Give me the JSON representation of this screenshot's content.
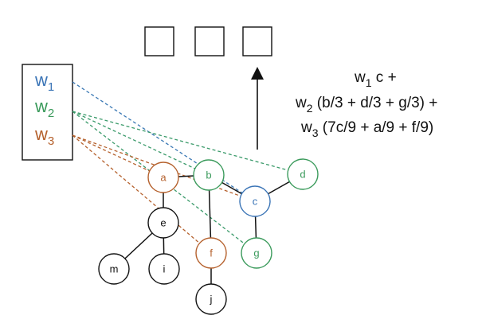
{
  "colors": {
    "blue": "#3a74b6",
    "green": "#3a9a5b",
    "brown": "#b5612d",
    "black": "#111111",
    "edge_blue": "#3a78b4",
    "edge_green": "#3a9a6a",
    "edge_brown": "#b5612d"
  },
  "weights": [
    {
      "id": "w1",
      "base": "w",
      "sub": "1",
      "color": "blue"
    },
    {
      "id": "w2",
      "base": "w",
      "sub": "2",
      "color": "green"
    },
    {
      "id": "w3",
      "base": "w",
      "sub": "3",
      "color": "brown"
    }
  ],
  "formula": {
    "line1": {
      "base": "w",
      "sub": "1",
      "rest": " c +"
    },
    "line2": {
      "base": "w",
      "sub": "2",
      "rest": " (b/3 + d/3 + g/3) +"
    },
    "line3": {
      "base": "w",
      "sub": "3",
      "rest": " (7c/9 + a/9 + f/9)"
    }
  },
  "nodes": [
    {
      "id": "a",
      "label": "a",
      "color": "brown"
    },
    {
      "id": "b",
      "label": "b",
      "color": "green"
    },
    {
      "id": "c",
      "label": "c",
      "color": "blue"
    },
    {
      "id": "d",
      "label": "d",
      "color": "green"
    },
    {
      "id": "e",
      "label": "e",
      "color": "black"
    },
    {
      "id": "f",
      "label": "f",
      "color": "brown"
    },
    {
      "id": "g",
      "label": "g",
      "color": "green"
    },
    {
      "id": "m",
      "label": "m",
      "color": "black"
    },
    {
      "id": "i",
      "label": "i",
      "color": "black"
    },
    {
      "id": "j",
      "label": "j",
      "color": "black"
    }
  ],
  "tree_edges": [
    [
      "a",
      "b"
    ],
    [
      "b",
      "c"
    ],
    [
      "c",
      "d"
    ],
    [
      "c",
      "g"
    ],
    [
      "a",
      "e"
    ],
    [
      "e",
      "m"
    ],
    [
      "e",
      "i"
    ],
    [
      "b",
      "f"
    ],
    [
      "f",
      "j"
    ]
  ],
  "weight_edges": [
    {
      "from": "w1",
      "to": "c",
      "color": "edge_blue"
    },
    {
      "from": "w2",
      "to": "b",
      "color": "edge_green"
    },
    {
      "from": "w2",
      "to": "d",
      "color": "edge_green"
    },
    {
      "from": "w2",
      "to": "g",
      "color": "edge_green"
    },
    {
      "from": "w3",
      "to": "a",
      "color": "edge_brown"
    },
    {
      "from": "w3",
      "to": "c",
      "color": "edge_brown"
    },
    {
      "from": "w3",
      "to": "f",
      "color": "edge_brown"
    }
  ],
  "output_boxes": [
    {
      "id": "box-1"
    },
    {
      "id": "box-2"
    },
    {
      "id": "box-3"
    }
  ]
}
